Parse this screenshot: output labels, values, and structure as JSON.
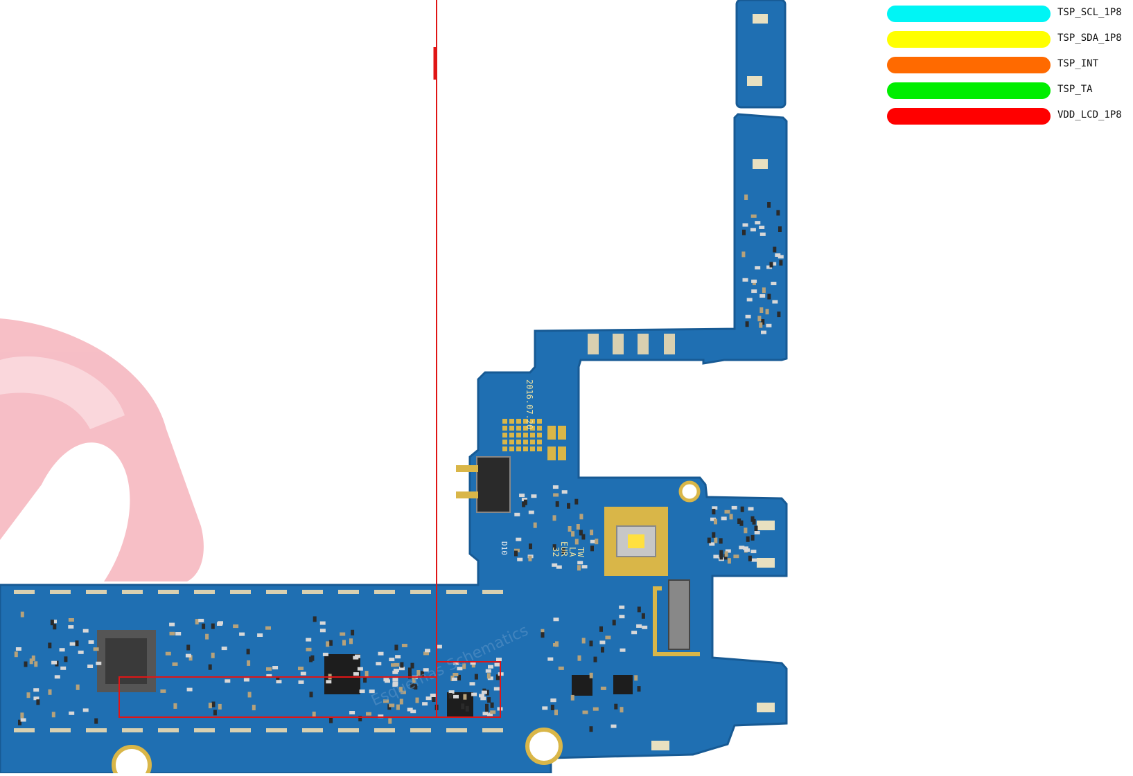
{
  "legend": [
    {
      "label": "TSP_SCL_1P8",
      "color": "#00f5f5"
    },
    {
      "label": "TSP_SDA_1P8",
      "color": "#ffff00"
    },
    {
      "label": "TSP_INT",
      "color": "#ff6a00"
    },
    {
      "label": "TSP_TA",
      "color": "#00ee00"
    },
    {
      "label": "VDD_LCD_1P8",
      "color": "#ff0000"
    }
  ],
  "board": {
    "date_mark": "2016.07.20",
    "region_mark": [
      "TW",
      "LA",
      "EUR",
      "32"
    ],
    "silk_code": "D10",
    "watermark": "Esquemas Schematics"
  },
  "colors": {
    "pcb": "#1f6fb2",
    "pcb_dark": "#175a94",
    "gold": "#d9b648",
    "trace": "#e01515",
    "watermark": "#f2a0aa"
  }
}
